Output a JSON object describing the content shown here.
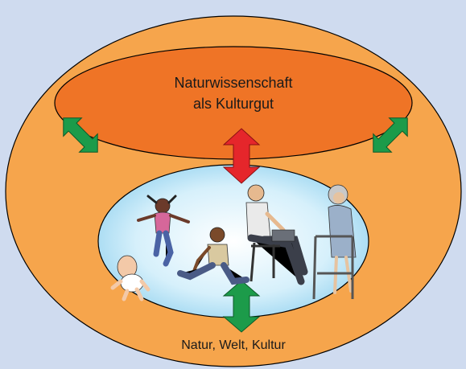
{
  "labels": {
    "science_line1": "Naturwissenschaft",
    "science_line2": "als Kulturgut",
    "world": "Natur, Welt, Kultur"
  },
  "colors": {
    "background": "#cfdbef",
    "outer_ellipse": "#f6a54c",
    "science_ellipse": "#ef7426",
    "inner_ellipse": "#bfe6f8",
    "arrow_green": "#1c9b4a",
    "arrow_red": "#e5262b"
  },
  "icons": [
    "baby-figure",
    "girl-jumping-figure",
    "woman-sitting-figure",
    "man-chair-figure",
    "elderly-woman-walker-figure"
  ]
}
